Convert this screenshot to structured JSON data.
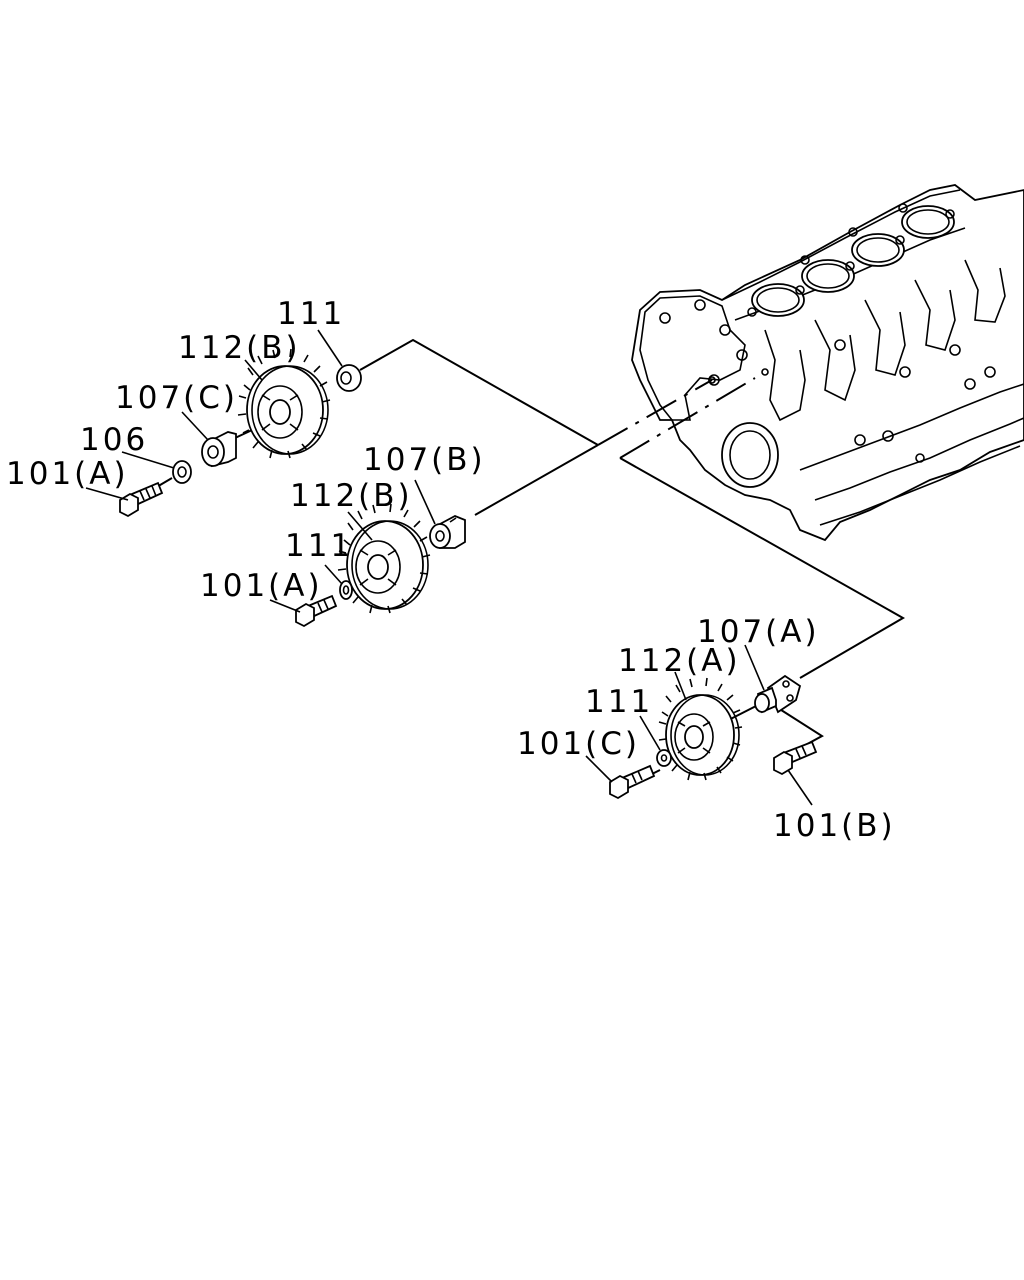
{
  "callouts": {
    "top_111": "111",
    "top_112b": "112(B)",
    "top_107c": "107(C)",
    "top_106": "106",
    "top_101a": "101(A)",
    "mid_107b": "107(B)",
    "mid_112b": "112(B)",
    "mid_111": "111",
    "mid_101a": "101(A)",
    "low_107a": "107(A)",
    "low_112a": "112(A)",
    "low_111": "111",
    "low_101c": "101(C)",
    "low_101b": "101(B)"
  }
}
